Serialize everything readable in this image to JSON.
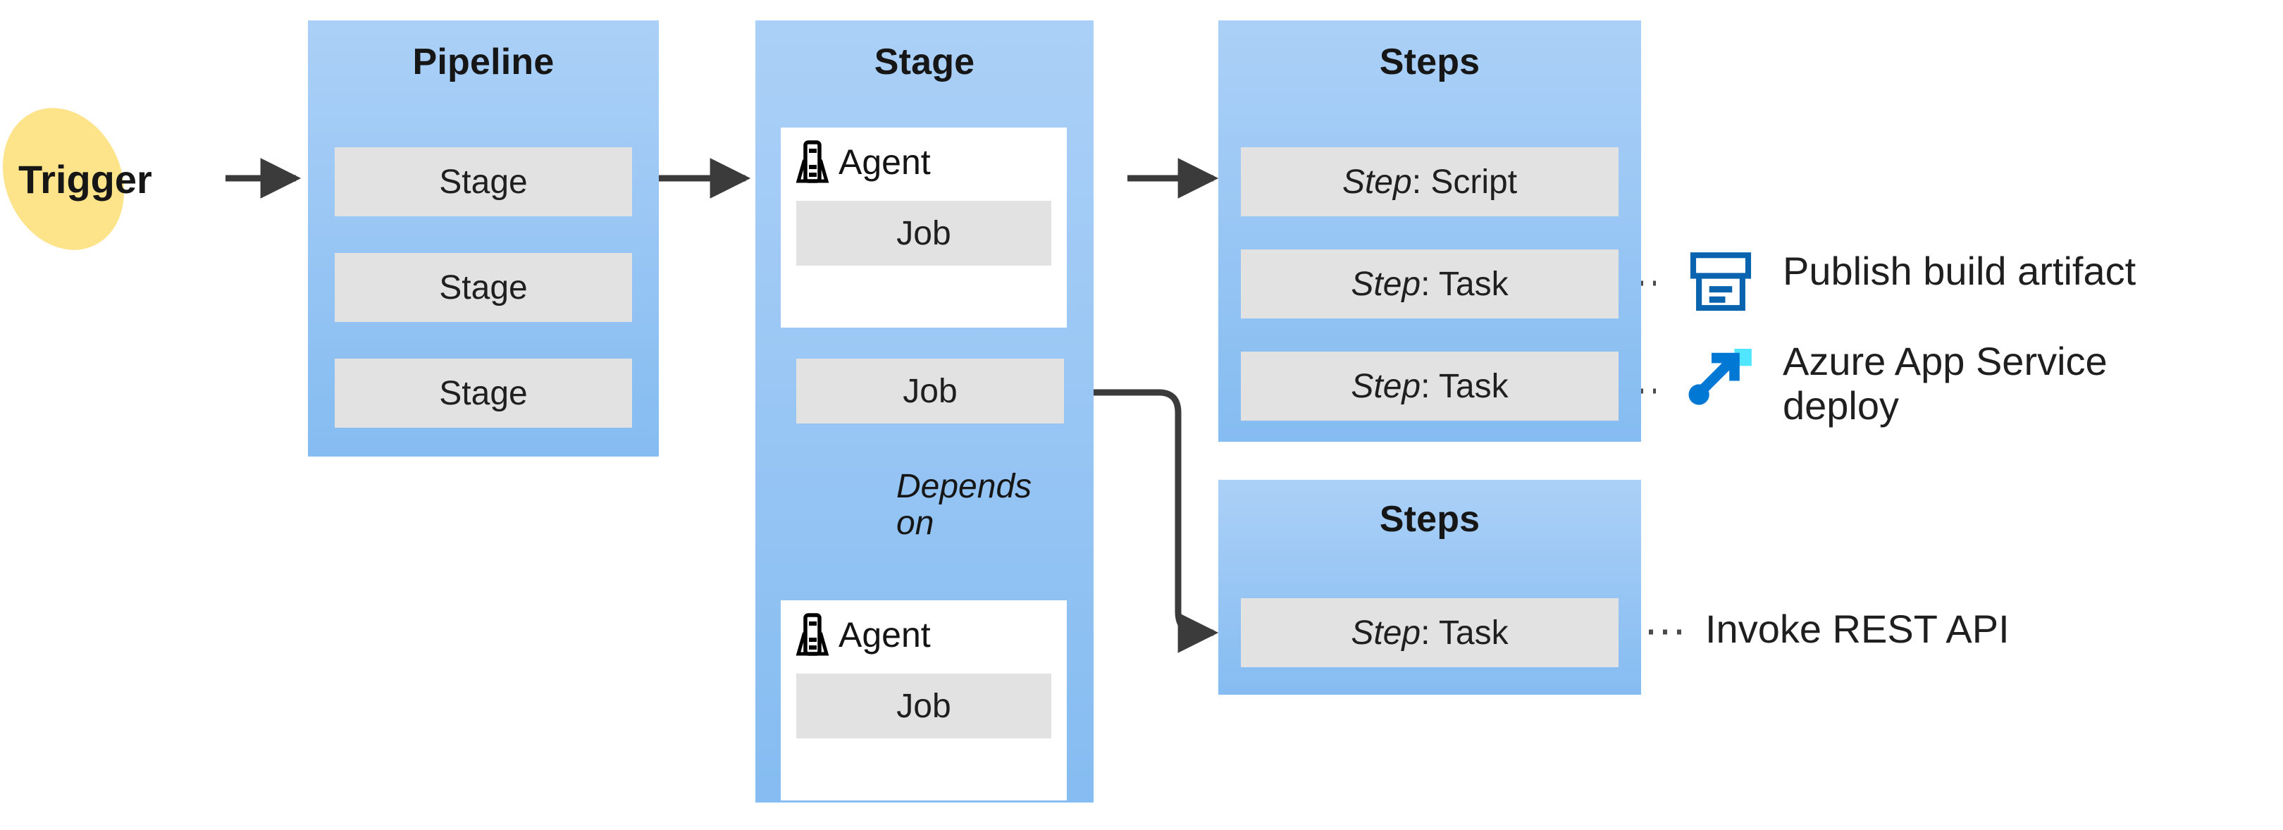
{
  "diagram": {
    "title": "Azure Pipelines key concepts",
    "colors": {
      "group_blue_top": "#abd0f7",
      "group_blue_bottom": "#85bcf1",
      "chip_grey": "#e2e2e2",
      "agent_panel_white": "#ffffff",
      "trigger_yellow": "#fde38a",
      "connector_dark": "#3b3b3b",
      "icon_blue": "#0a63ae",
      "icon_blue_bright": "#0078d4",
      "icon_cyan": "#50e6ff",
      "text_dark": "#1f1f1f",
      "page_background": "#ffffff"
    }
  },
  "trigger": {
    "label": "Trigger"
  },
  "pipeline": {
    "title": "Pipeline",
    "stages": [
      {
        "label": "Stage"
      },
      {
        "label": "Stage"
      },
      {
        "label": "Stage"
      }
    ]
  },
  "stage": {
    "title": "Stage",
    "agents": [
      {
        "icon": "agent-server-icon",
        "label": "Agent",
        "job": {
          "label": "Job"
        }
      },
      {
        "icon": "agent-server-icon",
        "label": "Agent",
        "job": {
          "label": "Job"
        }
      }
    ],
    "standalone_job": {
      "label": "Job"
    },
    "dependency": {
      "label": "Depends\non",
      "label_line_1": "Depends",
      "label_line_2": "on"
    }
  },
  "steps_groups": [
    {
      "title": "Steps",
      "steps": [
        {
          "kind": "Step",
          "separator": ": ",
          "label": "Script"
        },
        {
          "kind": "Step",
          "separator": ": ",
          "label": "Task"
        },
        {
          "kind": "Step",
          "separator": ": ",
          "label": "Task"
        }
      ]
    },
    {
      "title": "Steps",
      "steps": [
        {
          "kind": "Step",
          "separator": ": ",
          "label": "Task"
        }
      ]
    }
  ],
  "legend": [
    {
      "icon": "publish-build-artifact-icon",
      "label": "Publish build artifact"
    },
    {
      "icon": "azure-app-service-deploy-icon",
      "label": "Azure App Service\ndeploy"
    },
    {
      "icon": "none",
      "label": "Invoke REST API"
    }
  ]
}
